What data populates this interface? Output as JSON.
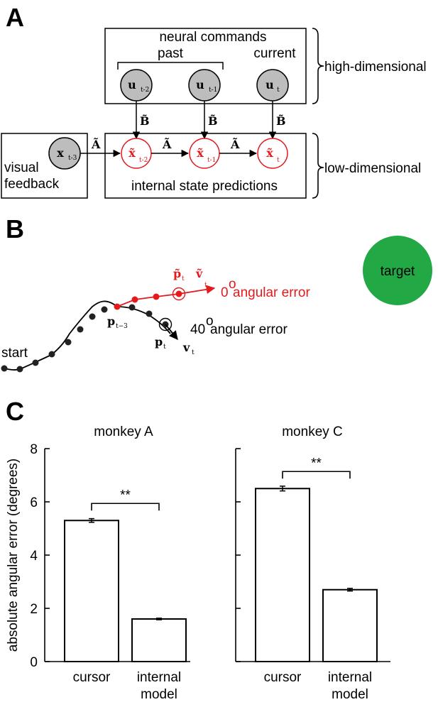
{
  "panels": {
    "a": "A",
    "b": "B",
    "c": "C"
  },
  "diagram_a": {
    "neural_commands": "neural commands",
    "past": "past",
    "current": "current",
    "high_dim": "high-dimensional",
    "low_dim": "low-dimensional",
    "visual": "visual",
    "feedback": "feedback",
    "internal_state": "internal state predictions",
    "u_base": "u",
    "u_sub": [
      "t-2",
      "t-1",
      "t"
    ],
    "x_base": "x",
    "x_sub": "t-3",
    "xt_base": "x̃",
    "xt_sub": [
      "t-2",
      "t-1",
      "t"
    ],
    "B": "B̃",
    "A": "Ã"
  },
  "diagram_b": {
    "target": "target",
    "start": "start",
    "zero_err": "0",
    "forty_err": "40",
    "deg_sup": "o",
    "ang_err": " angular error",
    "p_base": "p",
    "p_sub": "t−3",
    "pt_sub": "t",
    "v_base": "v",
    "ptilde": "p̃",
    "vtilde": "ṽ",
    "colors": {
      "red": "#e41a1c",
      "target": "#22a845"
    }
  },
  "chart_data": [
    {
      "type": "bar",
      "title": "monkey A",
      "categories": [
        "cursor",
        "internal model"
      ],
      "category_lines": [
        [
          "cursor"
        ],
        [
          "internal",
          "model"
        ]
      ],
      "values": [
        5.3,
        1.6
      ],
      "errors": [
        0.07,
        0.03
      ],
      "ylim": [
        0,
        8
      ],
      "yticks": [
        0,
        2,
        4,
        6,
        8
      ],
      "ylabel": "absolute angular error (degrees)",
      "significance": "**"
    },
    {
      "type": "bar",
      "title": "monkey C",
      "categories": [
        "cursor",
        "internal model"
      ],
      "category_lines": [
        [
          "cursor"
        ],
        [
          "internal",
          "model"
        ]
      ],
      "values": [
        6.5,
        2.7
      ],
      "errors": [
        0.09,
        0.05
      ],
      "ylim": [
        0,
        8
      ],
      "yticks": [
        0,
        2,
        4,
        6,
        8
      ],
      "ylabel": "",
      "significance": "**"
    }
  ]
}
